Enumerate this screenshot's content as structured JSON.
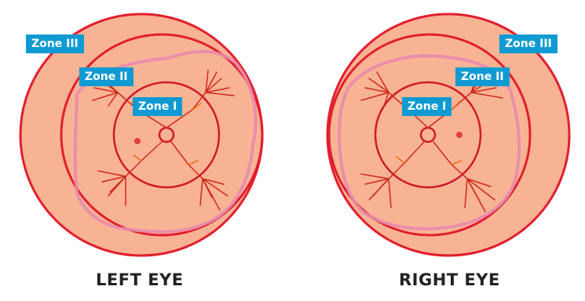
{
  "eyes": [
    {
      "caption": "LEFT EYE",
      "zones": {
        "zone3": "Zone III",
        "zone2": "Zone II",
        "zone1": "Zone I"
      }
    },
    {
      "caption": "RIGHT EYE",
      "zones": {
        "zone3": "Zone III",
        "zone2": "Zone II",
        "zone1": "Zone I"
      }
    }
  ],
  "colors": {
    "retina_fill": "#f8b394",
    "zone_ring": "#e11f2e",
    "vessel": "#cf2a1a",
    "vessel_light": "#f06a16",
    "ridge": "#e889ab",
    "label_bg": "#0f9bd2",
    "label_text": "#ffffff",
    "caption_text": "#222222"
  }
}
